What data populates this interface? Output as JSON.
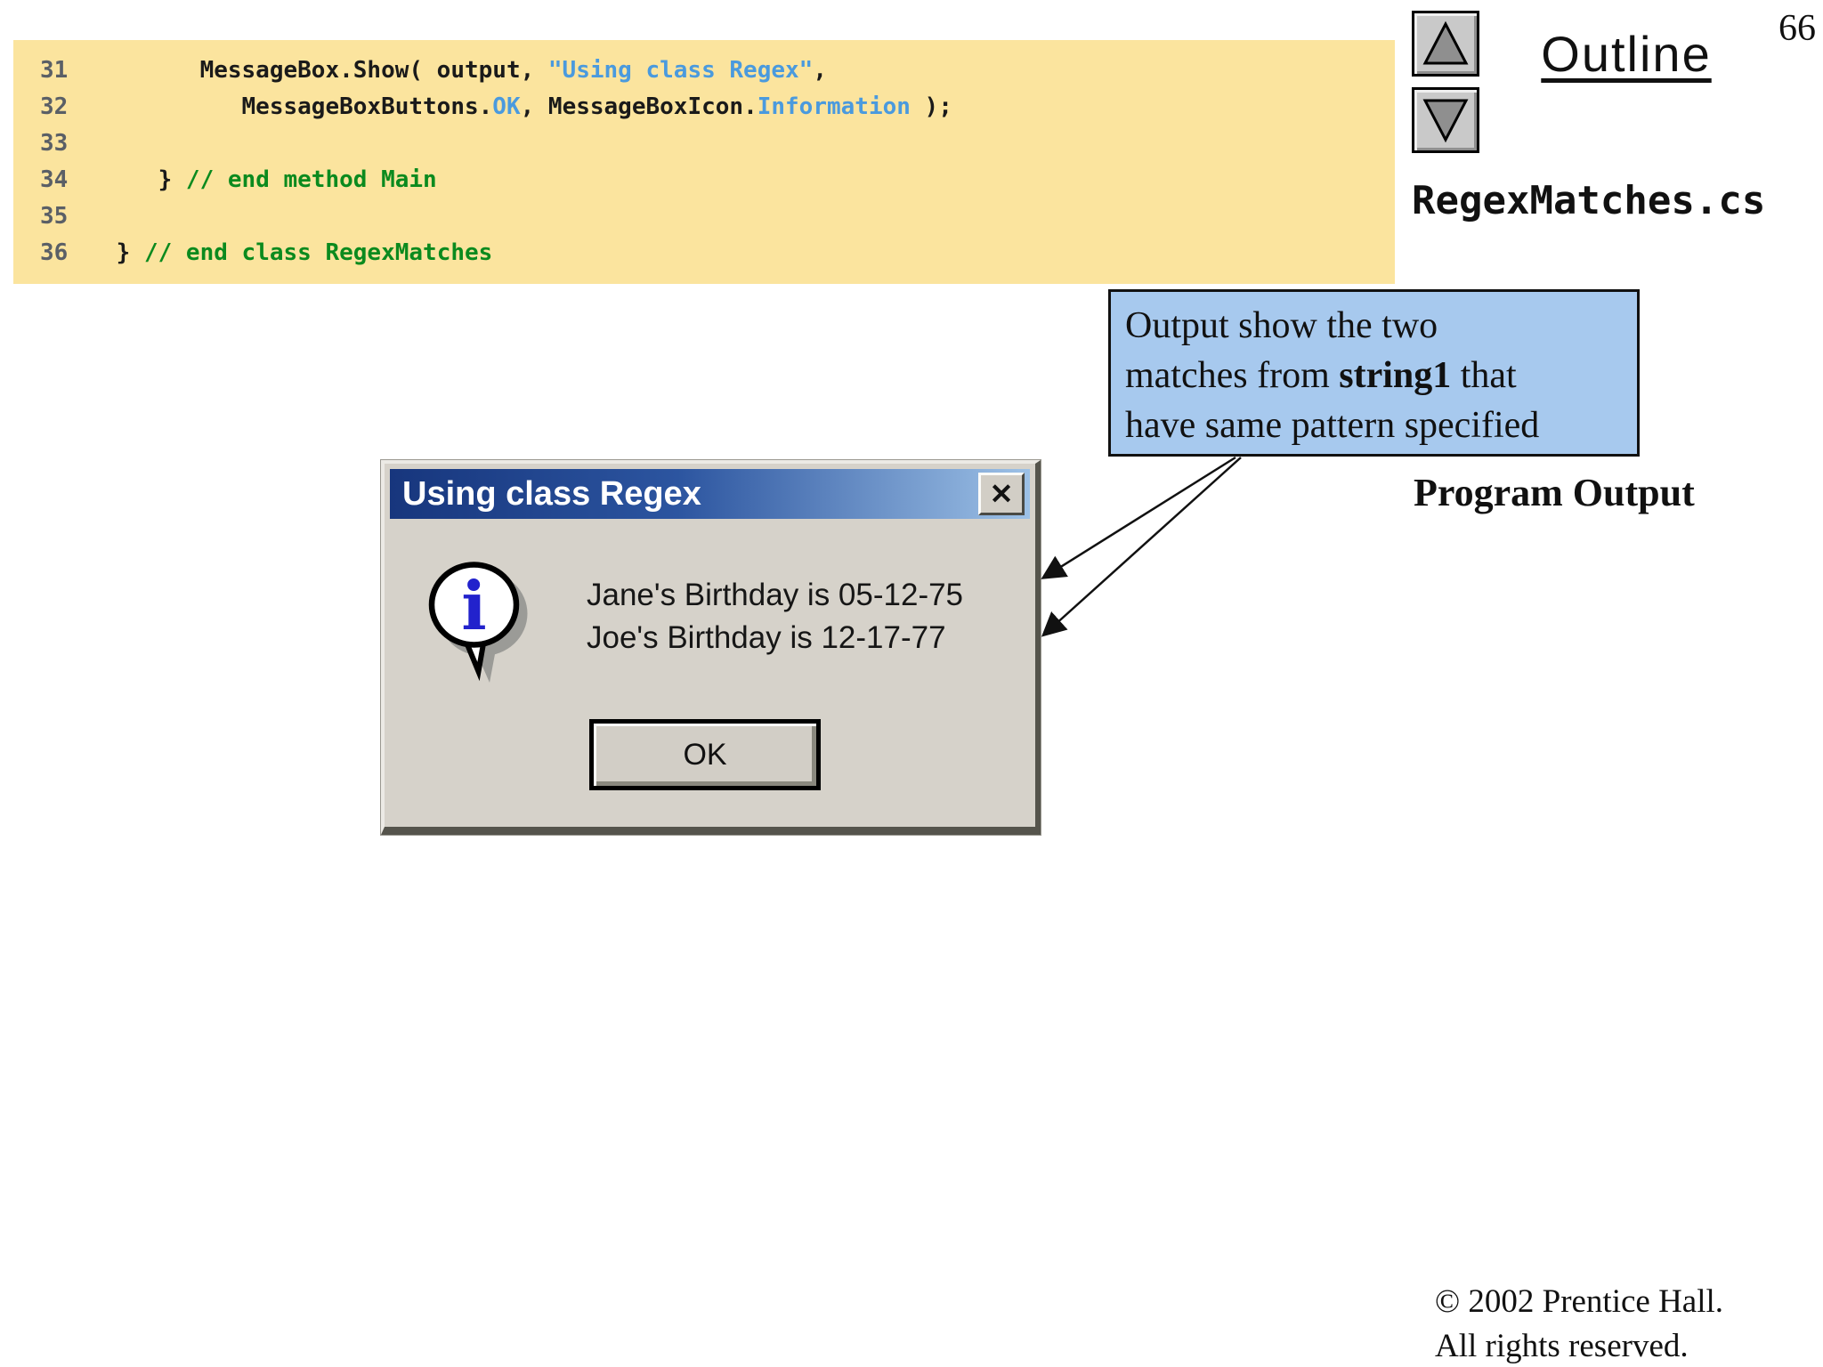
{
  "page": {
    "number": "66",
    "outline_label": "Outline",
    "file_label": "RegexMatches.cs",
    "program_output_label": "Program Output",
    "copyright_line1": "© 2002 Prentice Hall.",
    "copyright_line2": "All rights reserved."
  },
  "nav": {
    "up_icon": "up-triangle",
    "down_icon": "down-triangle"
  },
  "code": {
    "lines": [
      {
        "num": "31",
        "tokens": [
          {
            "t": "       MessageBox.Show( output, ",
            "c": "k"
          },
          {
            "t": "\"Using class Regex\"",
            "c": "b"
          },
          {
            "t": ",",
            "c": "k"
          }
        ]
      },
      {
        "num": "32",
        "tokens": [
          {
            "t": "          MessageBoxButtons.",
            "c": "k"
          },
          {
            "t": "OK",
            "c": "b"
          },
          {
            "t": ", MessageBoxIcon.",
            "c": "k"
          },
          {
            "t": "Information",
            "c": "b"
          },
          {
            "t": " );",
            "c": "k"
          }
        ]
      },
      {
        "num": "33",
        "tokens": []
      },
      {
        "num": "34",
        "tokens": [
          {
            "t": "    } ",
            "c": "k"
          },
          {
            "t": "// end method Main",
            "c": "g"
          }
        ]
      },
      {
        "num": "35",
        "tokens": []
      },
      {
        "num": "36",
        "tokens": [
          {
            "t": " } ",
            "c": "k"
          },
          {
            "t": "// end class RegexMatches",
            "c": "g"
          }
        ]
      }
    ]
  },
  "callout": {
    "line1": "Output show the two",
    "line2_pre": "matches from ",
    "line2_bold": "string1",
    "line2_post": " that",
    "line3": "have same pattern specified"
  },
  "dialog": {
    "title": "Using class Regex",
    "close_icon": "✕",
    "info_icon_char": "i",
    "lines": [
      "Jane's Birthday is 05-12-75",
      "Joe's Birthday is 12-17-77"
    ],
    "ok_label": "OK"
  },
  "colors": {
    "code_background": "#fbe49e",
    "code_string_blue": "#4a9ade",
    "code_comment_green": "#0b8a1e",
    "line_number_gray": "#5a5f66",
    "callout_background": "#a7c9ee",
    "titlebar_gradient_left": "#17367d",
    "titlebar_gradient_right": "#9dc1e6",
    "dialog_face": "#d6d2ca",
    "info_icon_blue": "#2222cc"
  }
}
